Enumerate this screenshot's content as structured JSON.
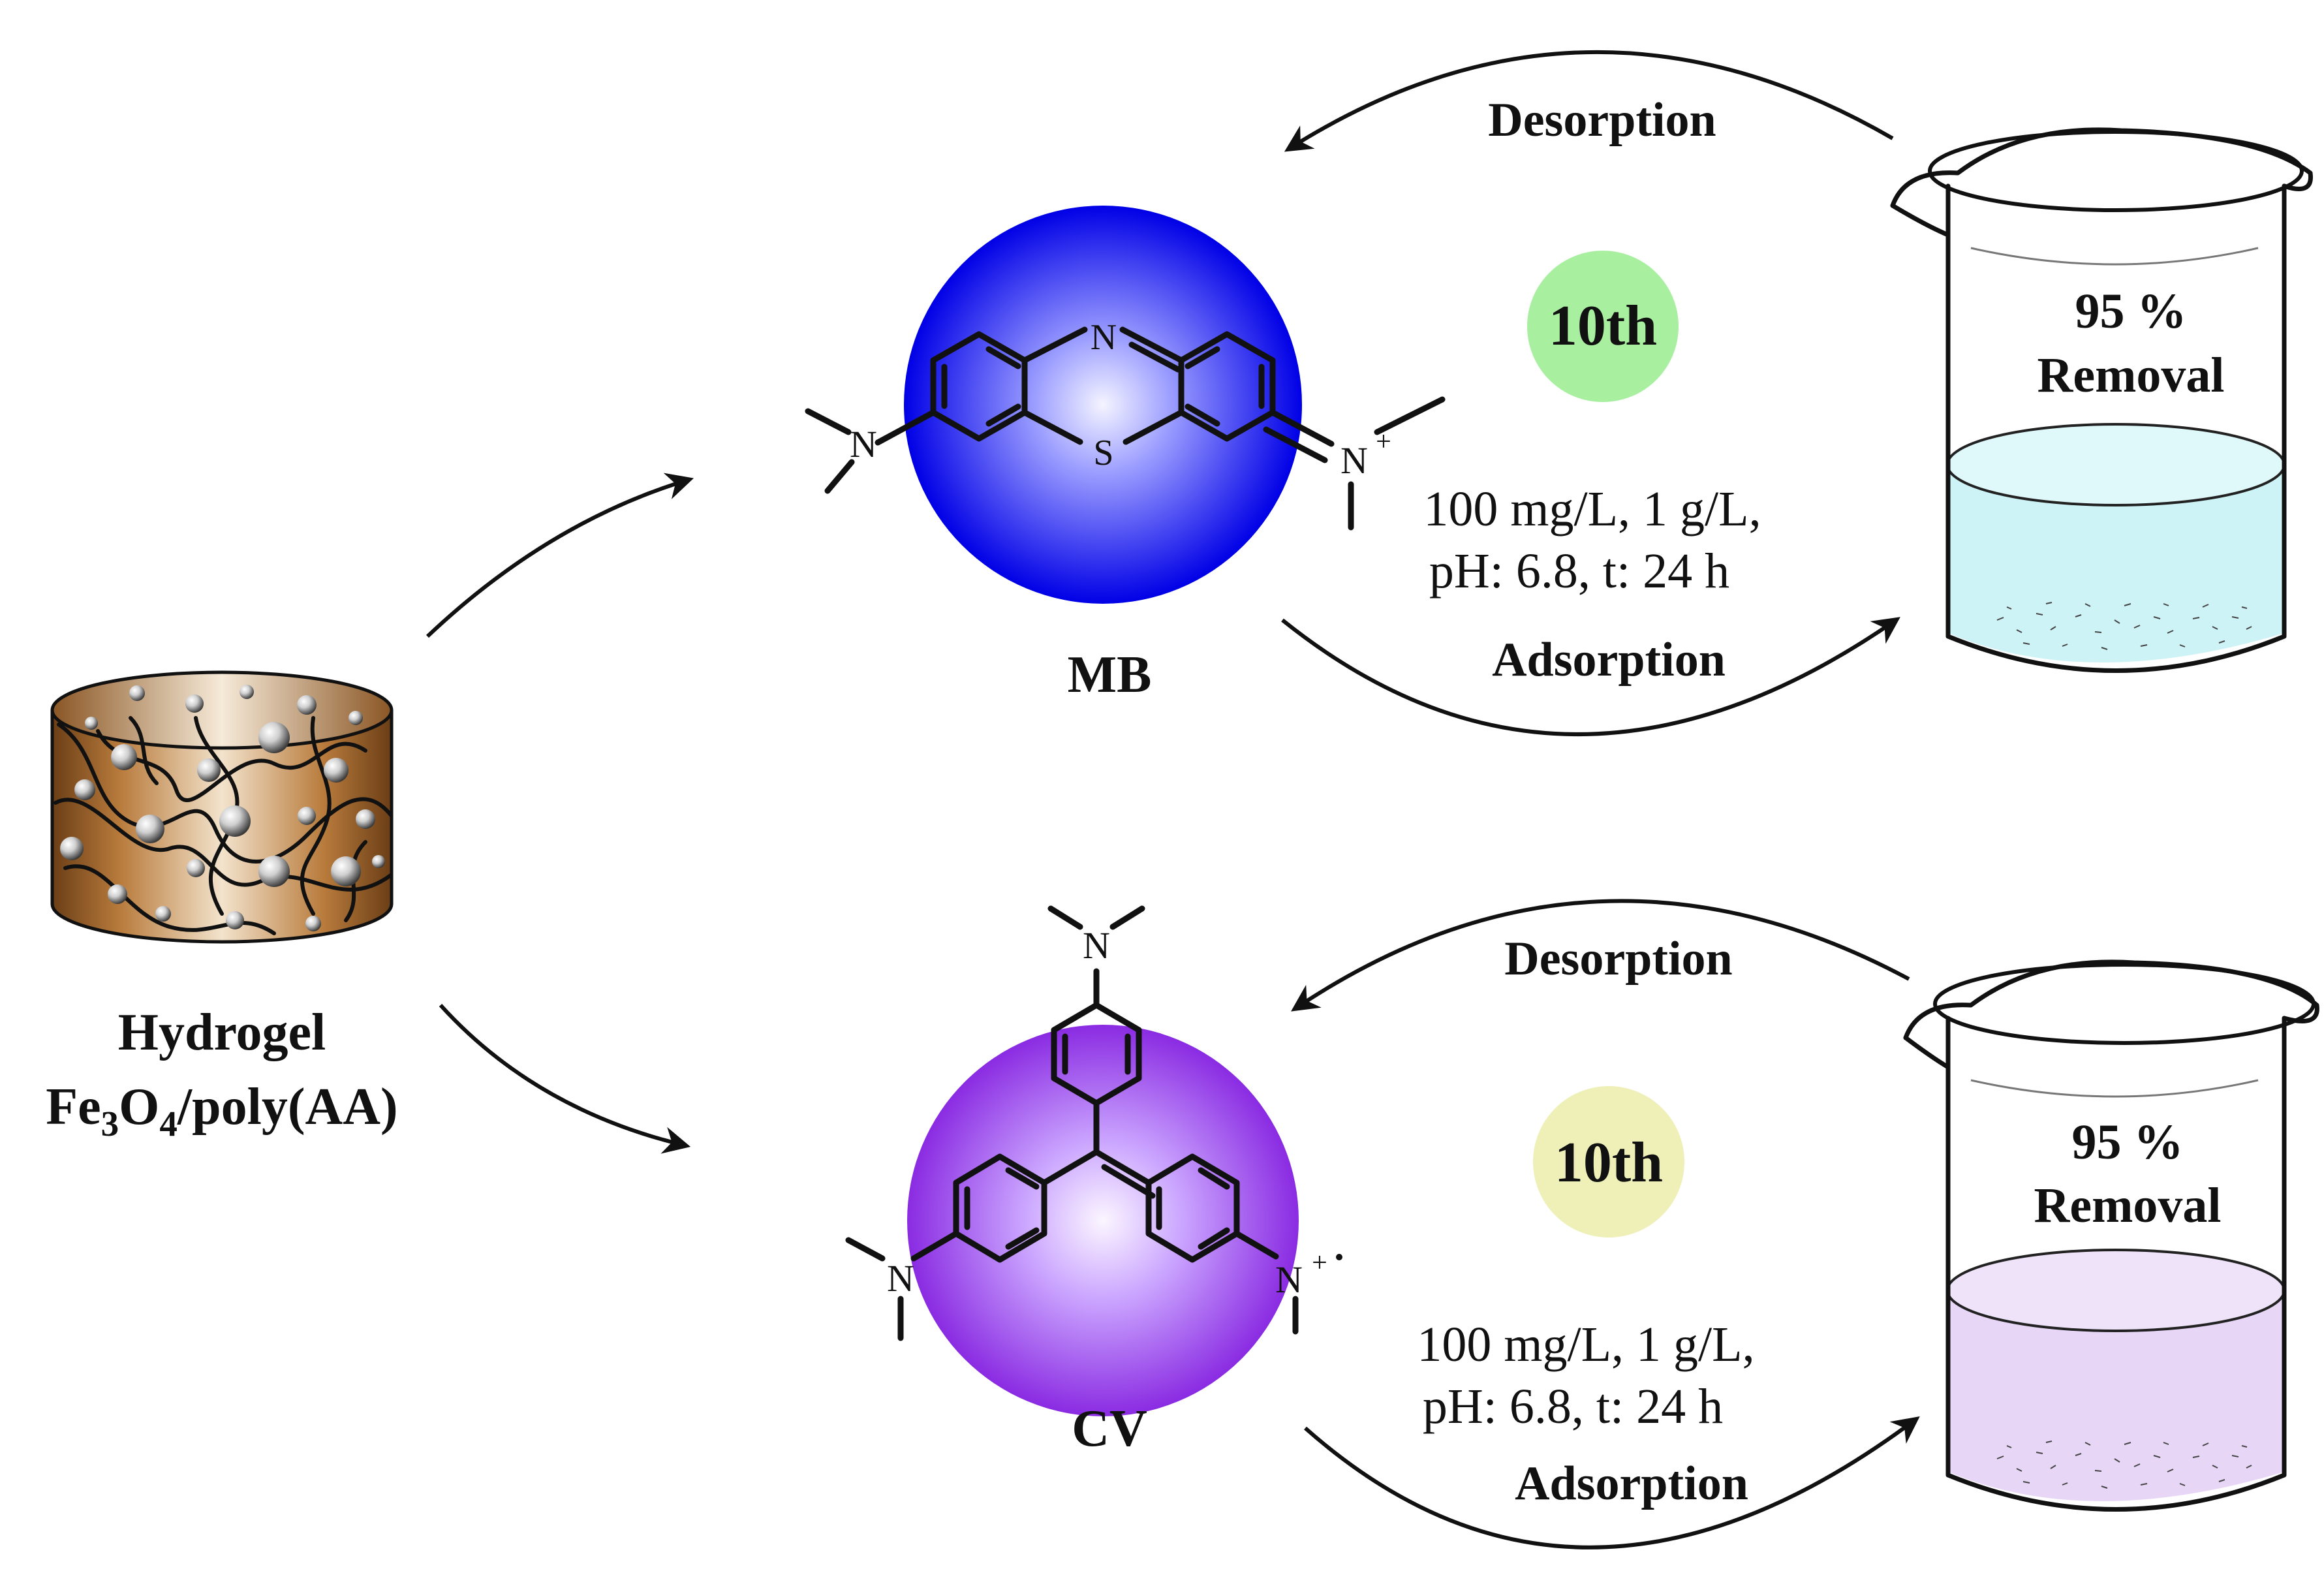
{
  "hydrogel": {
    "label_line1": "Hydrogel",
    "label_line2_parts": [
      "Fe",
      "3",
      "O",
      "4",
      "/poly(AA)"
    ]
  },
  "mb": {
    "name": "MB",
    "atom_N_ring": "N",
    "atom_S": "S",
    "atom_N_left": "N",
    "atom_N_right": "N",
    "charge": "+",
    "sphere_color": "#1a1aff"
  },
  "cv": {
    "name": "CV",
    "atom_N_top": "N",
    "atom_N_left": "N",
    "atom_N_right": "N",
    "charge": "+",
    "sphere_color": "#8c3cff"
  },
  "cycle_top": {
    "desorption": "Desorption",
    "adsorption": "Adsorption",
    "cycle_badge": "10th",
    "badge_color": "#a8f0a0",
    "conditions_line1": "100 mg/L, 1 g/L,",
    "conditions_line2": "pH: 6.8, t: 24 h",
    "removal_percent": "95 %",
    "removal_label": "Removal",
    "liquid_color": "#cdf3f6"
  },
  "cycle_bottom": {
    "desorption": "Desorption",
    "adsorption": "Adsorption",
    "cycle_badge": "10th",
    "badge_color": "#eef0b8",
    "conditions_line1": "100 mg/L, 1 g/L,",
    "conditions_line2": "pH: 6.8, t: 24 h",
    "removal_percent": "95 %",
    "removal_label": "Removal",
    "liquid_color": "#e8d6f7"
  }
}
